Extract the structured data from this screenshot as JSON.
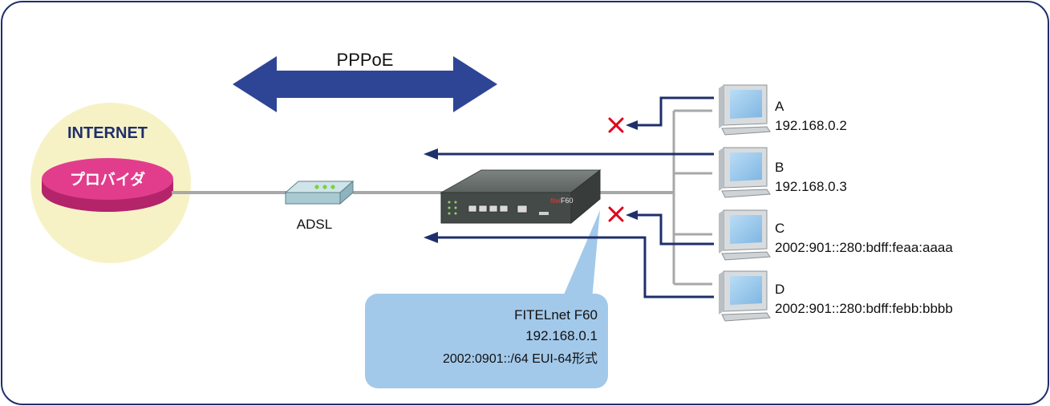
{
  "diagram": {
    "pppoe_label": "PPPoE",
    "internet": {
      "title": "INTERNET",
      "provider_label": "プロバイダ"
    },
    "adsl_label": "ADSL",
    "router": {
      "brand": "fitel",
      "model_badge": "F60"
    },
    "callout": {
      "name": "FITELnet F60",
      "ipv4": "192.168.0.1",
      "ipv6": "2002:0901::/64 EUI-64形式"
    },
    "hosts": [
      {
        "id": "A",
        "address": "192.168.0.2",
        "reachable": false
      },
      {
        "id": "B",
        "address": "192.168.0.3",
        "reachable": true
      },
      {
        "id": "C",
        "address": "2002:901::280:bdff:feaa:aaaa",
        "reachable": false
      },
      {
        "id": "D",
        "address": "2002:901::280:bdff:febb:bbbb",
        "reachable": true
      }
    ],
    "colors": {
      "frame": "#1f2f6b",
      "arrow_dark": "#1f2f6b",
      "big_arrow": "#2e4596",
      "line_gray": "#a8a8a8",
      "internet_halo": "#f7f2c6",
      "provider_pink": "#e23d8d",
      "callout_blue": "#a3c9ea",
      "blocked_red": "#e0001b"
    }
  }
}
